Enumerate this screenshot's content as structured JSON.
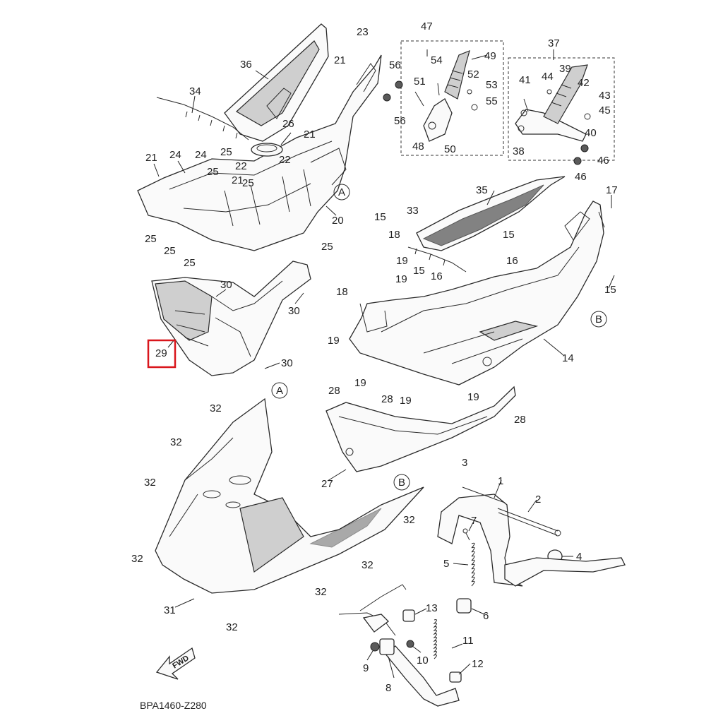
{
  "diagram_code": "BPA1460-Z280",
  "fwd_label": "FWD",
  "highlighted_part": "29",
  "reference_marks": [
    "A",
    "B"
  ],
  "labels": {
    "p1": "1",
    "p2": "2",
    "p3": "3",
    "p4": "4",
    "p5": "5",
    "p6": "6",
    "p7": "7",
    "p8": "8",
    "p9": "9",
    "p10": "10",
    "p11": "11",
    "p12": "12",
    "p13": "13",
    "p14": "14",
    "p15": "15",
    "p16": "16",
    "p17": "17",
    "p18": "18",
    "p19": "19",
    "p20": "20",
    "p21": "21",
    "p22": "22",
    "p23": "23",
    "p24": "24",
    "p25": "25",
    "p26": "26",
    "p27": "27",
    "p28": "28",
    "p29": "29",
    "p30": "30",
    "p31": "31",
    "p32": "32",
    "p33": "33",
    "p34": "34",
    "p35": "35",
    "p36": "36",
    "p37": "37",
    "p38": "38",
    "p39": "39",
    "p40": "40",
    "p41": "41",
    "p42": "42",
    "p43": "43",
    "p44": "44",
    "p45": "45",
    "p46": "46",
    "p47": "47",
    "p48": "48",
    "p49": "49",
    "p50": "50",
    "p51": "51",
    "p52": "52",
    "p53": "53",
    "p54": "54",
    "p55": "55",
    "p56": "56"
  },
  "colors": {
    "highlight": "#d9161c",
    "ink": "#222222",
    "shade": "#cfcfcf"
  }
}
